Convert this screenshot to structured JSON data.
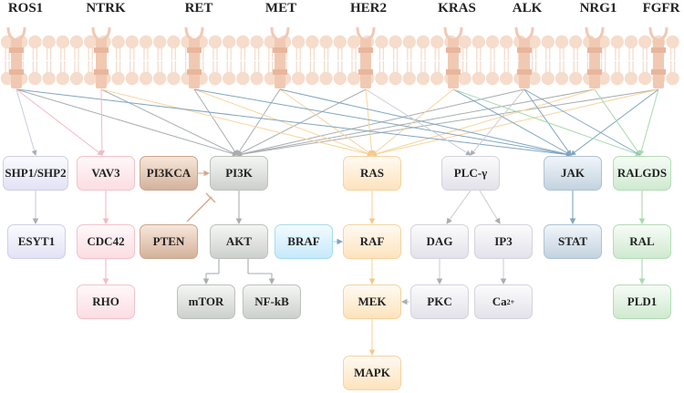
{
  "receptors": [
    "ROS1",
    "NTRK",
    "RET",
    "MET",
    "HER2",
    "KRAS",
    "ALK",
    "NRG1",
    "FGFR"
  ],
  "nodes": {
    "shp": "SHP1/SHP2",
    "esyt1": "ESYT1",
    "vav3": "VAV3",
    "cdc42": "CDC42",
    "rho": "RHO",
    "pi3kca": "PI3KCA",
    "pten": "PTEN",
    "pi3k": "PI3K",
    "akt": "AKT",
    "mtor": "mTOR",
    "nfkb": "NF-kB",
    "ras": "RAS",
    "braf": "BRAF",
    "raf": "RAF",
    "mek": "MEK",
    "mapk": "MAPK",
    "plcg": "PLC-γ",
    "dag": "DAG",
    "ip3": "IP3",
    "pkc": "PKC",
    "ca_base": "Ca",
    "ca_sup": "2+",
    "jak": "JAK",
    "stat": "STAT",
    "ralgds": "RALGDS",
    "ral": "RAL",
    "pld1": "PLD1"
  },
  "colors": {
    "membrane": "#f6dccb",
    "receptor": "#f1c9b3",
    "grey_line": "#a9aeb0",
    "orange_line": "#f8d49c",
    "blue_line": "#7fa6c0",
    "pink_line": "#f4b9c4",
    "green_line": "#a8d9ae",
    "inhibit": "#d7a889"
  }
}
